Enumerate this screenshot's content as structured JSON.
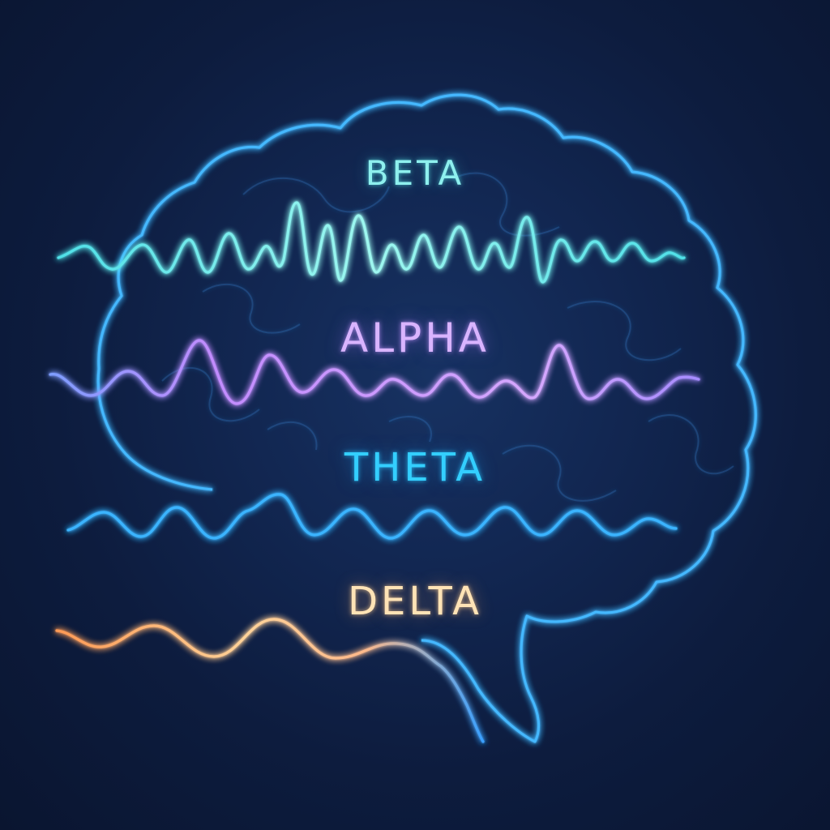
{
  "labels": {
    "beta": "BETA",
    "alpha": "ALPHA",
    "theta": "THETA",
    "delta": "DELTA"
  },
  "colors": {
    "background": "#0d1c3e",
    "brain_outline": "#3fb8ff",
    "beta": "#7ff3ea",
    "alpha": "#c69bff",
    "theta": "#3ab4ff",
    "delta_start": "#ffc07a",
    "delta_end": "#4aa8ff"
  },
  "icons": {
    "brain": "brain-outline-icon"
  }
}
